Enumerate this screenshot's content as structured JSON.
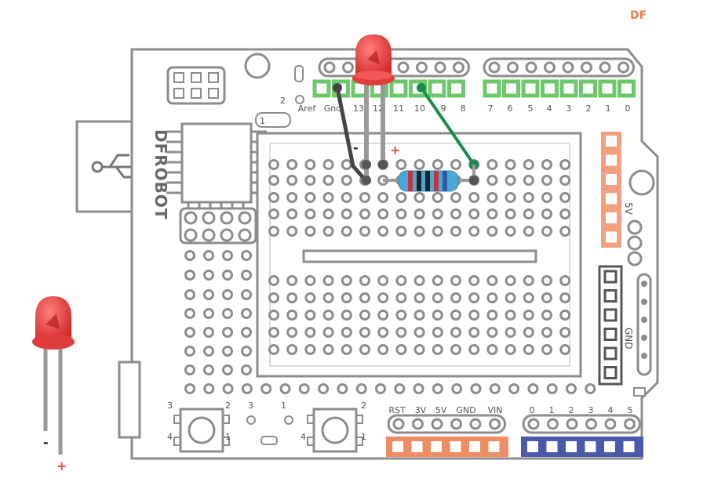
{
  "watermark": "DF",
  "board": {
    "brand": "DFROBOT",
    "power_label": "5V",
    "gnd_label": "GND",
    "jumper_1": "1",
    "jumper_2": "2",
    "colors": {
      "outline": "#8c8c8c",
      "digital_header": "#6cc86a",
      "power_header": "#f08c64",
      "analog_header": "#4a5aa8",
      "side_header": "#f4a080"
    }
  },
  "digital_pins": [
    "Aref",
    "Gnd",
    "13",
    "12",
    "11",
    "10",
    "9",
    "8",
    "7",
    "6",
    "5",
    "4",
    "3",
    "2",
    "1",
    "0"
  ],
  "power_pins": [
    "RST",
    "3V",
    "5V",
    "GND",
    "VIN"
  ],
  "analog_pins": [
    "0",
    "1",
    "2",
    "3",
    "4",
    "5"
  ],
  "buttons": [
    {
      "pin_a": "3",
      "pin_b": "2",
      "pin_c": "4",
      "pin_d": "1"
    },
    {
      "pin_a": "3",
      "pin_b": "1",
      "pin_c": "4",
      "pin_d": "2"
    }
  ],
  "breadboard": {
    "minus": "-",
    "plus": "+"
  },
  "loose_led": {
    "minus": "-",
    "plus": "+"
  },
  "wire_colors": {
    "black": "#444444",
    "green": "#1a8a4a"
  },
  "led_color": "#e03c3c",
  "resistor_bands": [
    "#c83232",
    "#222222",
    "#222222",
    "#c83232",
    "#2a5aa8"
  ]
}
